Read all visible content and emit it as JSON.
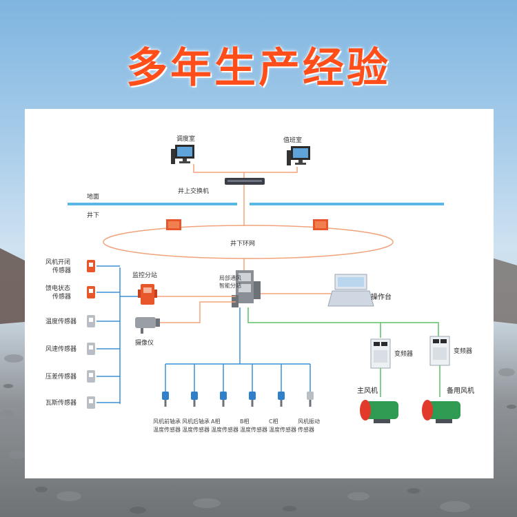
{
  "headline": "多年生产经验",
  "colors": {
    "headline": "#ff4e1a",
    "ethernet_line": "#f2a27a",
    "ground_line": "#58b7e4",
    "sensor_bus": "#3b8fd6",
    "power_line": "#5bbf66",
    "fan_body": "#2e9a52",
    "fan_cap": "#e23a2a"
  },
  "diagram": {
    "dispatch_room": "调度室",
    "duty_room": "值班室",
    "surface_switch": "井上交换机",
    "ground": "地面",
    "underground": "井下",
    "ring_network": "井下环网",
    "monitor_substation": "监控分站",
    "camera": "摄像仪",
    "local_controller_l1": "局部通风",
    "local_controller_l2": "智能分站",
    "console": "操作台",
    "inverter_1": "变频器",
    "inverter_2": "变频器",
    "main_fan": "主风机",
    "standby_fan": "备用风机",
    "left_sensors": [
      {
        "l1": "风机开闭",
        "l2": "传感器"
      },
      {
        "l1": "馈电状态",
        "l2": "传感器"
      },
      {
        "l1": "温度传感器",
        "l2": ""
      },
      {
        "l1": "风速传感器",
        "l2": ""
      },
      {
        "l1": "压差传感器",
        "l2": ""
      },
      {
        "l1": "瓦斯传感器",
        "l2": ""
      }
    ],
    "bottom_sensors": [
      {
        "l1": "风机前轴承",
        "l2": "温度传感器"
      },
      {
        "l1": "风机后轴承",
        "l2": "温度传感器"
      },
      {
        "l1": "A相",
        "l2": "温度传感器"
      },
      {
        "l1": "B相",
        "l2": "温度传感器"
      },
      {
        "l1": "C相",
        "l2": "温度传感器"
      },
      {
        "l1": "风机振动",
        "l2": "传感器"
      }
    ]
  }
}
